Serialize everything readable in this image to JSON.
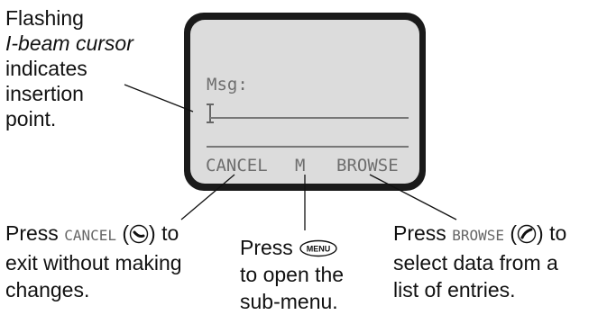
{
  "display": {
    "msg_label": "Msg:",
    "softkey_left": "CANCEL",
    "softkey_center": "M",
    "softkey_right": "BROWSE"
  },
  "notes": {
    "cursor_line1": "Flashing",
    "cursor_line2": "I-beam cursor",
    "cursor_line3": "indicates",
    "cursor_line4": "insertion",
    "cursor_line5": "point.",
    "cancel_pre": "Press",
    "cancel_key": "CANCEL",
    "cancel_post": "to",
    "cancel_line2": "exit without making",
    "cancel_line3": "changes.",
    "menu_pre": "Press",
    "menu_key_text": "MENU",
    "menu_line2": "to open the",
    "menu_line3": "sub-menu.",
    "browse_pre": "Press",
    "browse_key": "BROWSE",
    "browse_post": "to",
    "browse_line2": "select data from a",
    "browse_line3": "list of entries."
  },
  "icons": {
    "left_soft_key": "left-soft-key-icon",
    "right_soft_key": "right-soft-key-icon",
    "menu_key": "menu-key-icon",
    "cursor": "i-beam-cursor-icon"
  }
}
